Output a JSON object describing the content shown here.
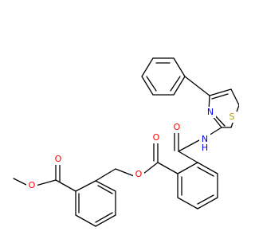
{
  "molecule": {
    "atoms": {
      "o_ester1_carbonyl": "O",
      "o_ester1_ether": "O",
      "o_ester2_carbonyl": "O",
      "o_ester2_ether": "O",
      "o_amide": "O",
      "n_amide": "N",
      "h_amide": "H",
      "n_thiazole": "N",
      "s_thiazole": "S"
    },
    "colors": {
      "bond": "#000000",
      "oxygen": "#ff0000",
      "nitrogen": "#0000ff",
      "sulfur": "#b3a000"
    }
  }
}
